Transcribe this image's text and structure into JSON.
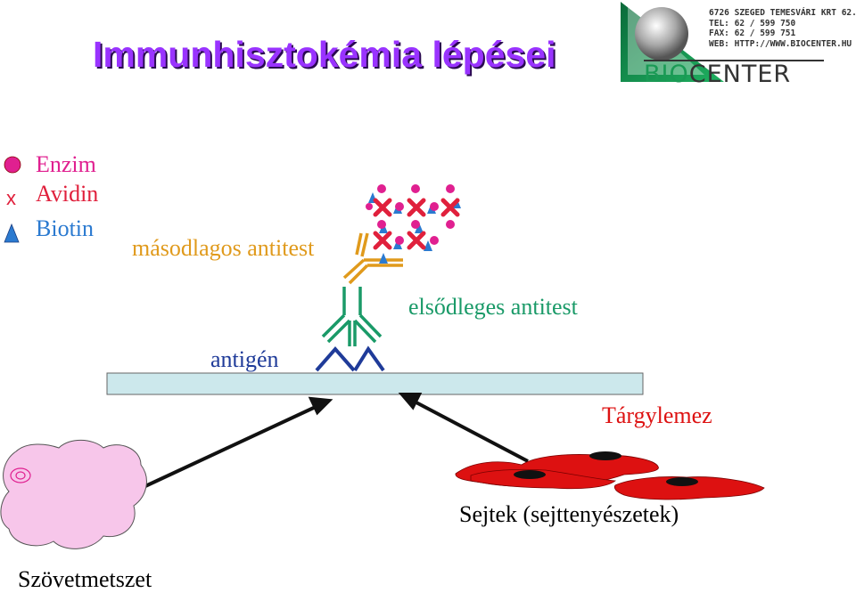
{
  "title": "Immunhisztokémia lépései",
  "company": {
    "address": "6726 SZEGED TEMESVÁRI KRT 62.",
    "tel": "TEL:   62 / 599 750",
    "fax": "FAX:   62 / 599 751",
    "web": "WEB:  HTTP://WWW.BIOCENTER.HU",
    "brand_bio": "BIO",
    "brand_center": "CENTER"
  },
  "legend": {
    "enzim": "Enzim",
    "avidin_symbol": "x",
    "avidin": "Avidin",
    "biotin": "Biotin"
  },
  "labels": {
    "masodlagos": "másodlagos antitest",
    "elsodleges": "elsődleges antitest",
    "antigen": "antigén",
    "targylemez": "Tárgylemez",
    "sejtek": "Sejtek (sejttenyészetek)",
    "szovet": "Szövetmetszet"
  },
  "colors": {
    "title": "#9933ff",
    "enzim": "#e02090",
    "avidin": "#e0203c",
    "biotin": "#2b7ad0",
    "secondary": "#e09a1c",
    "primary": "#1a9a68",
    "antigen": "#1f3b99",
    "slide": "#cce8ec",
    "cells": "#dd1111",
    "tissue": "#f7c6ea"
  }
}
